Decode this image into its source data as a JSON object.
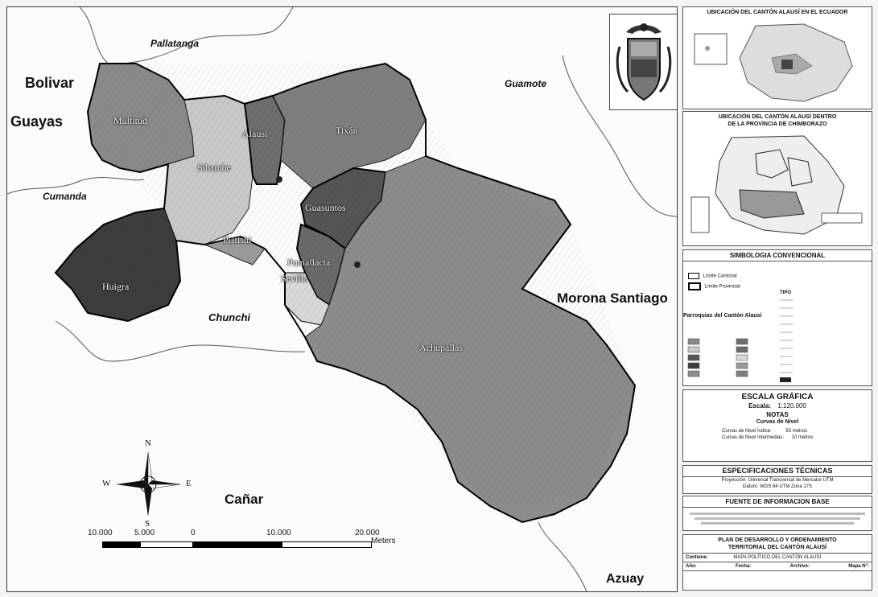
{
  "external_labels": {
    "pallatanga": "Pallatanga",
    "bolivar": "Bolivar",
    "guayas": "Guayas",
    "guamote": "Guamote",
    "cumanda": "Cumanda",
    "chunchi": "Chunchi",
    "morona_santiago": "Morona Santiago",
    "canar": "Cañar",
    "azuay": "Azuay"
  },
  "parishes": {
    "multitud": "Multitud",
    "alausi": "Alausí",
    "tixan": "Tixán",
    "sibambe": "Sibambe",
    "guasuntos": "Guasuntos",
    "pistishi": "Pistishi",
    "huigra": "Huigra",
    "pumallacta": "Pumallacta",
    "sevilla": "Sevilla",
    "achupallas": "Achupallas"
  },
  "compass": {
    "n": "N",
    "s": "S",
    "e": "E",
    "w": "W"
  },
  "scale": {
    "labels": [
      "10.000",
      "5.000",
      "0",
      "10.000",
      "20.000"
    ],
    "units": "Meters"
  },
  "panel": {
    "loc_ecuador_title": "UBICACIÓN DEL CANTÓN ALAUSÍ EN EL ECUADOR",
    "loc_province_title_1": "UBICACIÓN DEL CANTÓN ALAUSÍ DENTRO",
    "loc_province_title_2": "DE LA PROVINCIA DE CHIMBORAZO",
    "legend_title": "SIMBOLOGIA CONVENCIONAL",
    "legend_limit_cantonal": "Límite Cantonal",
    "legend_limit_provincial": "Límite Provincial",
    "legend_parishes": "Parroquias del Cantón Alausí",
    "legend_tipo": "TIPO",
    "escala_title": "ESCALA GRÁFICA",
    "escala_label": "Escala:",
    "escala_value": "1:120.000",
    "notas_title": "NOTAS",
    "curvas_title": "Curvas de Nivel",
    "curva_indice_label": "Curvas de Nivel Índice:",
    "curva_indice_value": "50 metros",
    "curva_inter_label": "Curvas de Nivel Intermedias:",
    "curva_inter_value": "10 metros",
    "spec_title": "ESPECIFICACIONES TÉCNICAS",
    "spec_line1": "Proyección: Universal Transversal de Mercator UTM",
    "spec_line2": "Datum: WGS 84 UTM Zona 17S",
    "fuente_title": "FUENTE DE INFORMACION BASE",
    "plan_title_1": "PLAN DE DESARROLLO Y ORDENAMIENTO",
    "plan_title_2": "TERRITORIAL DEL CANTÓN ALAUSÍ",
    "contiene_label": "Contiene:",
    "contiene_value": "MAPA POLÍTICO DEL CANTÓN ALAUSÍ",
    "anio_label": "Año:",
    "fecha_label": "Fecha:",
    "archivo_label": "Archivo:",
    "mapa_label": "Mapa N°:"
  },
  "colors": {
    "multitud": "#8a8a8a",
    "alausi": "#6e6e6e",
    "tixan": "#7f7f7f",
    "sibambe": "#c9c9c9",
    "guasuntos": "#555555",
    "huigra": "#3d3d3d",
    "pumallacta": "#6a6a6a",
    "sevilla": "#d8d8d8",
    "achupallas": "#8c8c8c"
  }
}
